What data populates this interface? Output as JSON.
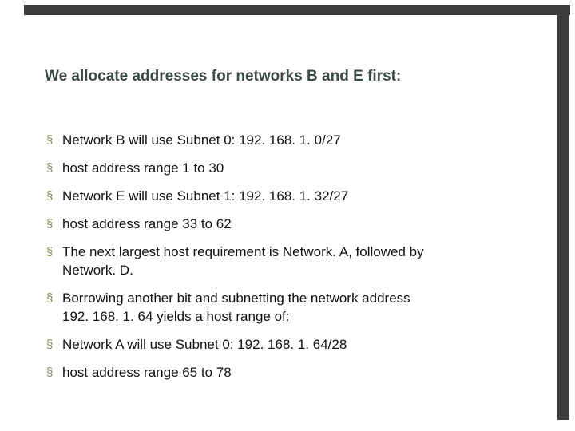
{
  "slide": {
    "title": "We allocate addresses for networks B and E first:",
    "bullet_glyph": "§",
    "bullets": [
      {
        "text": "Network B will use Subnet 0: 192. 168. 1. 0/27"
      },
      {
        "text": "host address range 1 to 30"
      },
      {
        "text": "Network E will use Subnet 1: 192. 168. 1. 32/27"
      },
      {
        "text": "host address range 33 to 62"
      },
      {
        "text": "The next largest host requirement is Network. A, followed by\nNetwork. D."
      },
      {
        "text": "Borrowing another bit and subnetting the network address\n192. 168. 1. 64 yields a host range of:"
      },
      {
        "text": "Network A will use Subnet 0: 192. 168. 1. 64/28"
      },
      {
        "text": "host address range 65 to 78"
      }
    ]
  },
  "colors": {
    "background": "#ffffff",
    "frame-bar": "#3d3d3d",
    "title-text": "#3a4a48",
    "body-text": "#111111",
    "bullet-marker": "#8e8e5e"
  }
}
